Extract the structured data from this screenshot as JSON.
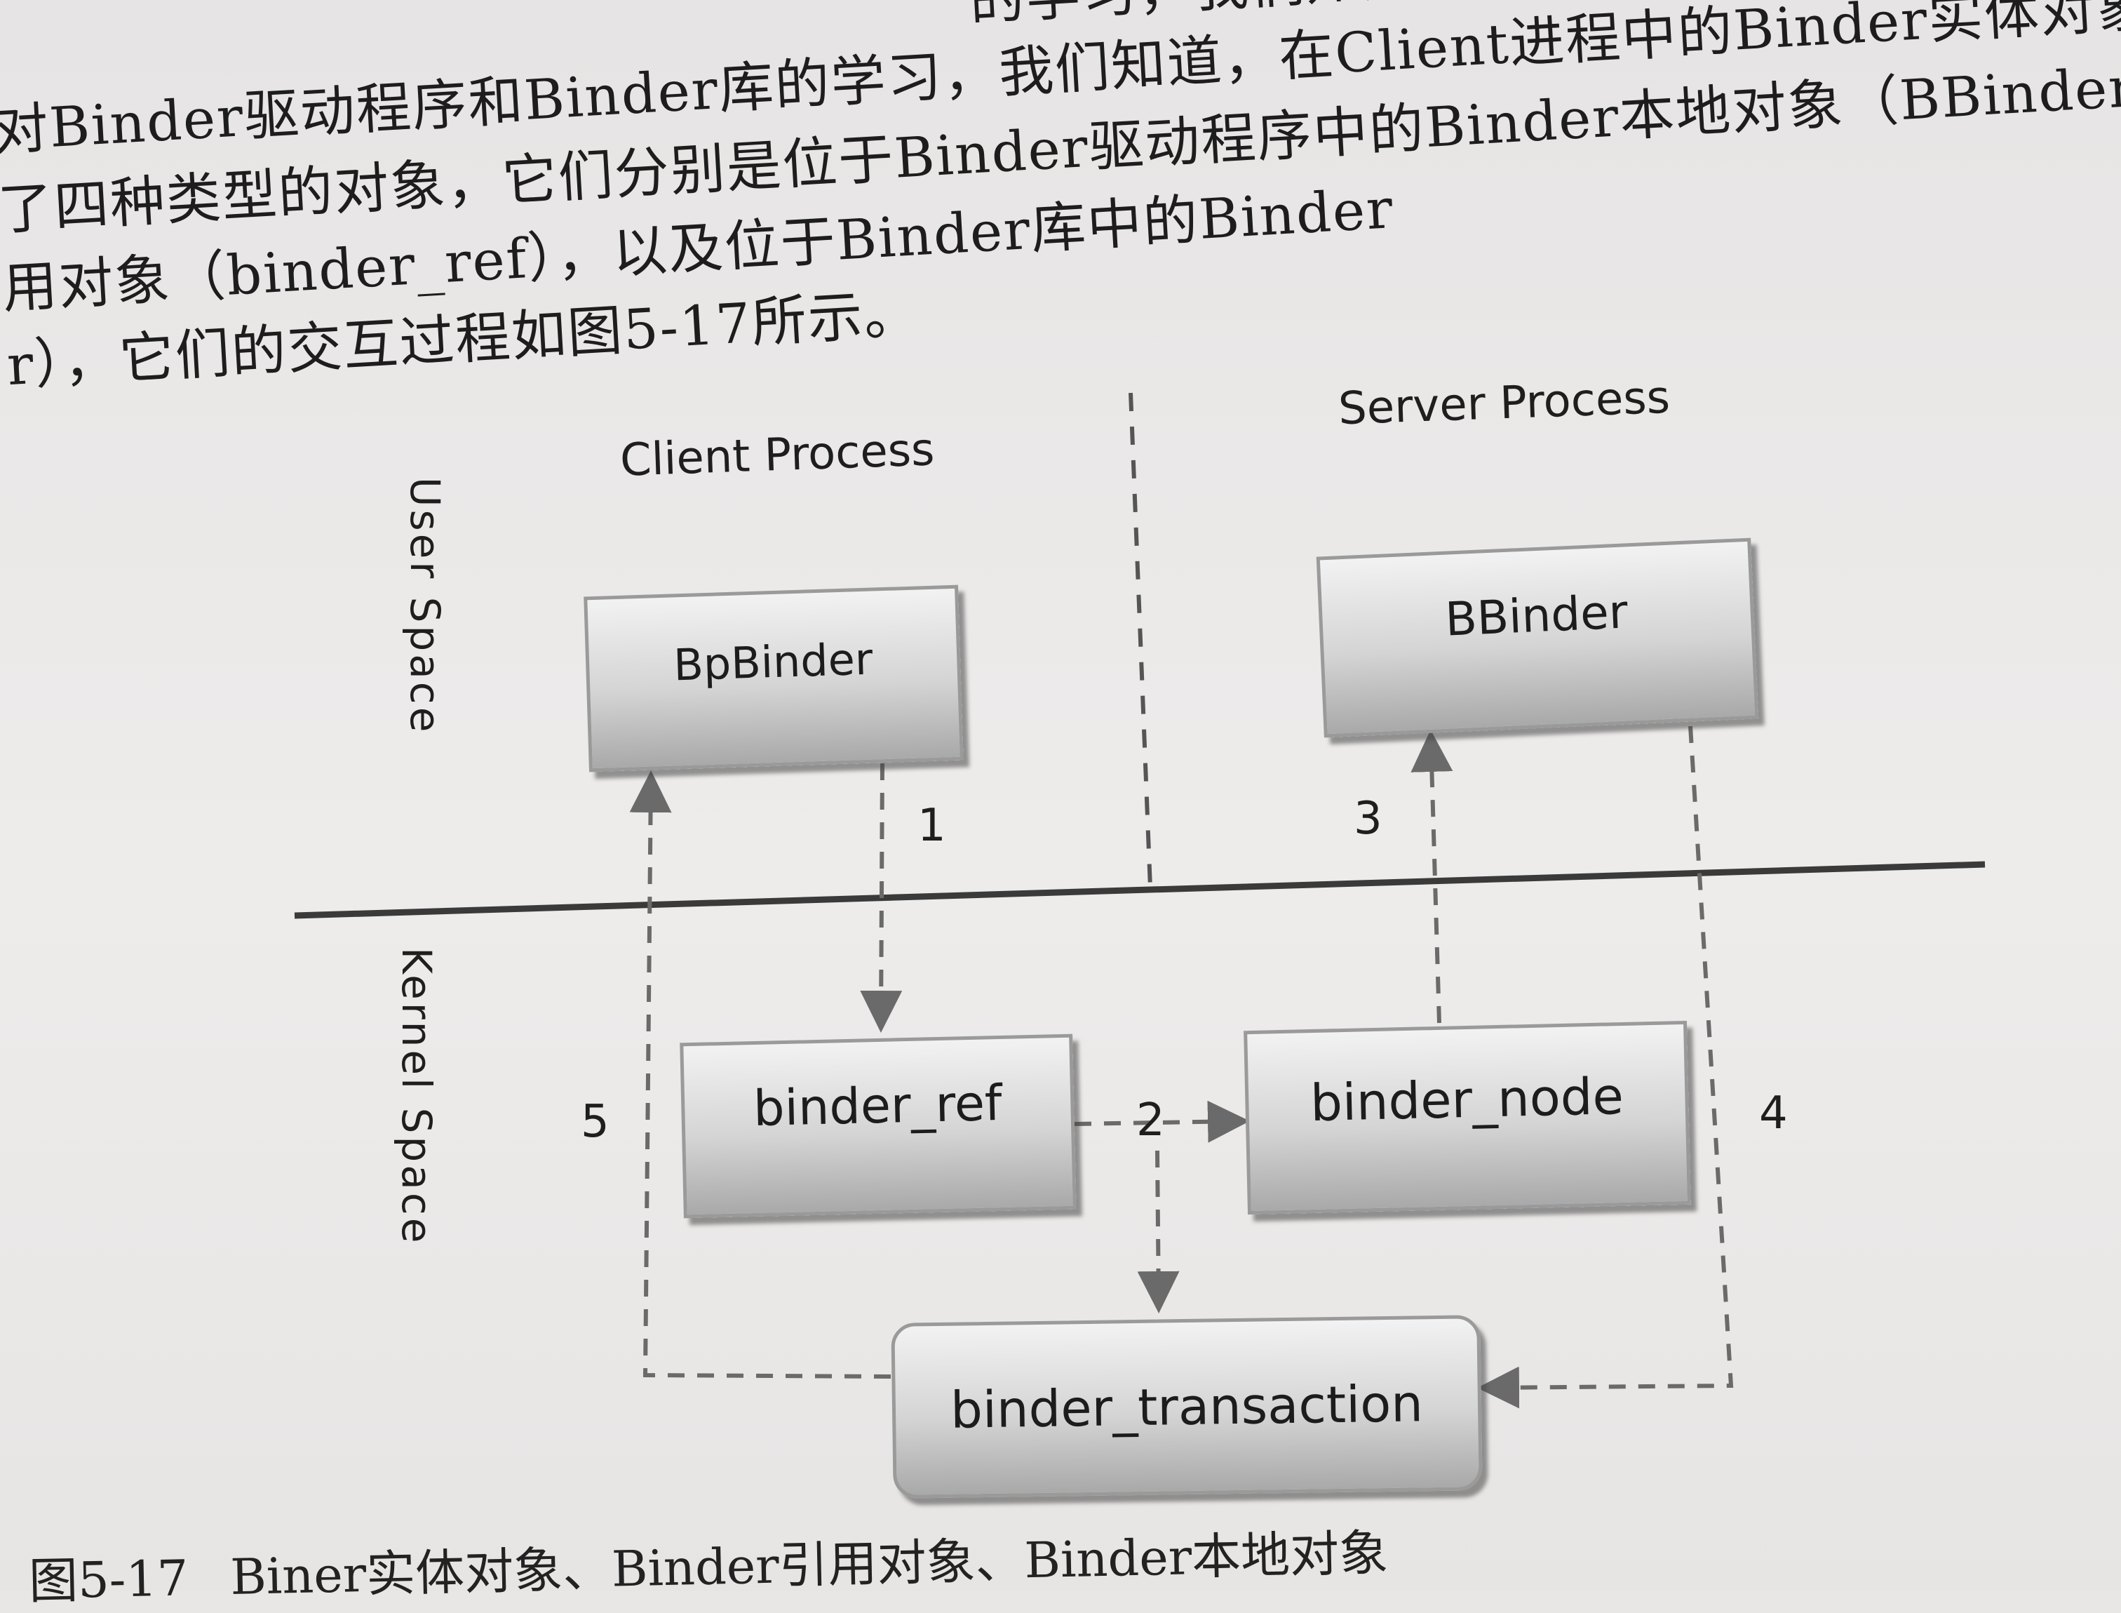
{
  "paragraph": {
    "lines": [
      "的学习，我们知道，在Client进",
      "对Binder驱动程序和Binder库的学习，我们知道，在Client进程中的Binder实体对象（b",
      "了四种类型的对象，它们分别是位于Binder驱动程序中的Binder本地对象（BBinder）和",
      "用对象（binder_ref），以及位于Binder库中的Binder",
      "r），它们的交互过程如图5-17所示。"
    ]
  },
  "diagram": {
    "client_process_label": "Client Process",
    "server_process_label": "Server Process",
    "user_space_label": "User Space",
    "kernel_space_label": "Kernel Space",
    "nodes": {
      "bpbinder": "BpBinder",
      "bbinder": "BBinder",
      "binder_ref": "binder_ref",
      "binder_node": "binder_node",
      "binder_transaction": "binder_transaction"
    },
    "step_labels": [
      "1",
      "2",
      "3",
      "4",
      "5"
    ],
    "colors": {
      "box_top": "#f2f2f2",
      "box_bottom": "#a9a9a9",
      "box_border": "#9a9a9a",
      "divider": "#3a3a3a",
      "dash": "#6a6a6a"
    }
  },
  "caption": {
    "figure_number": "图5-17",
    "title": "Biner实体对象、Binder引用对象、Binder本地对象"
  }
}
